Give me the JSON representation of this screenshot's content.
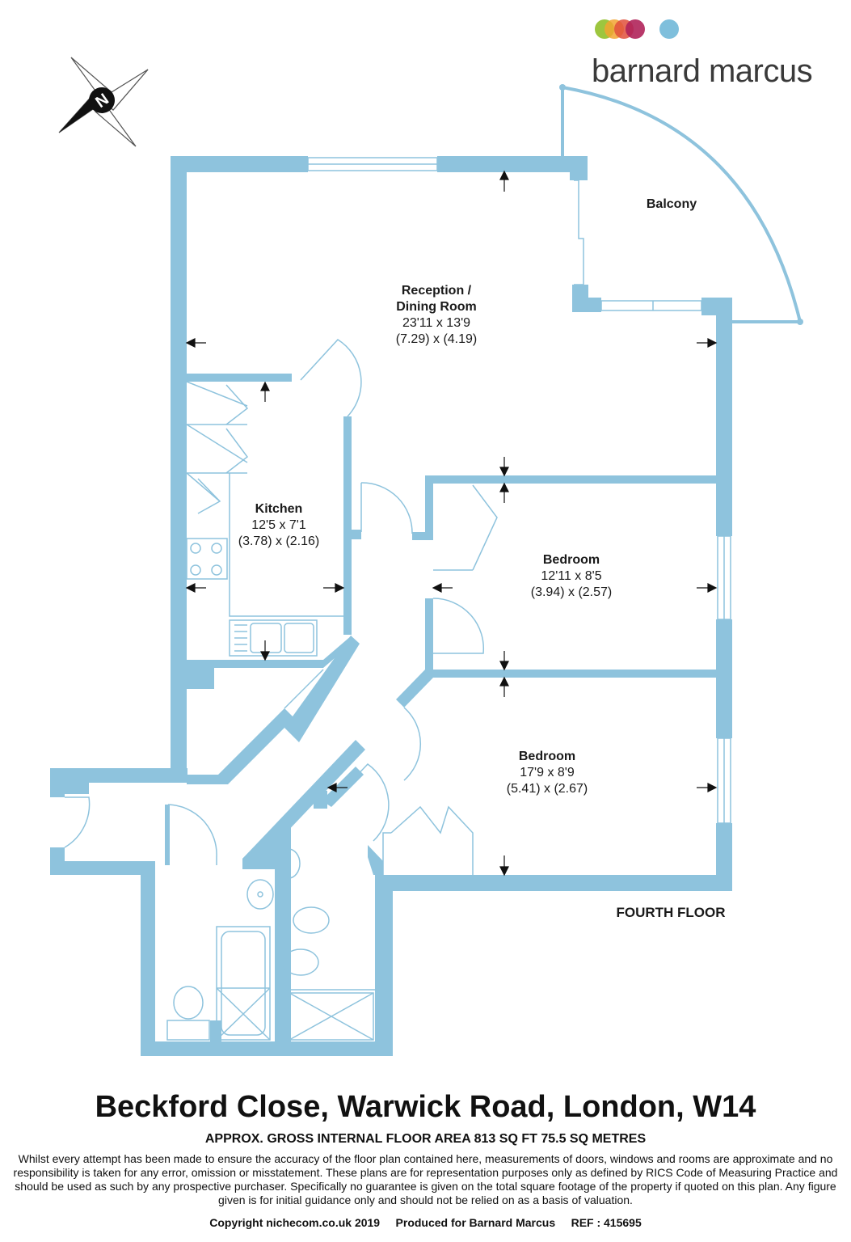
{
  "brand": {
    "name": "barnard marcus",
    "dot_colors": [
      "#9dc63f",
      "#f2a531",
      "#e1503b",
      "#b0245a",
      "#7fbfdc"
    ]
  },
  "compass": {
    "letter": "N"
  },
  "colors": {
    "wall": "#8ec3dd",
    "wall_dark": "#6aaed2",
    "fixture": "#8ec3dd"
  },
  "rooms": {
    "reception": {
      "name_line1": "Reception /",
      "name_line2": "Dining Room",
      "imperial": "23'11 x 13'9",
      "metric": "(7.29) x (4.19)"
    },
    "balcony": {
      "name": "Balcony"
    },
    "kitchen": {
      "name": "Kitchen",
      "imperial": "12'5 x 7'1",
      "metric": "(3.78) x (2.16)"
    },
    "bedroom1": {
      "name": "Bedroom",
      "imperial": "12'11 x 8'5",
      "metric": "(3.94) x (2.57)"
    },
    "bedroom2": {
      "name": "Bedroom",
      "imperial": "17'9 x 8'9",
      "metric": "(5.41) x (2.67)"
    }
  },
  "floor_label": "FOURTH FLOOR",
  "footer": {
    "address": "Beckford Close, Warwick Road, London, W14",
    "area": "APPROX. GROSS INTERNAL FLOOR AREA 813 SQ FT 75.5 SQ METRES",
    "disclaimer": "Whilst every attempt has been made to ensure the accuracy of the floor plan contained here, measurements of doors, windows and rooms are approximate and no responsibility is taken for any error, omission or misstatement. These plans are for representation purposes only as defined by RICS Code of Measuring Practice and should be used as such by any prospective purchaser.  Specifically no guarantee is given on the total square footage of the property if quoted on this plan. Any figure given is for initial guidance only and should not be relied on as a basis of valuation.",
    "copyright": "Copyright nichecom.co.uk 2019     Produced for Barnard Marcus     REF : 415695"
  }
}
